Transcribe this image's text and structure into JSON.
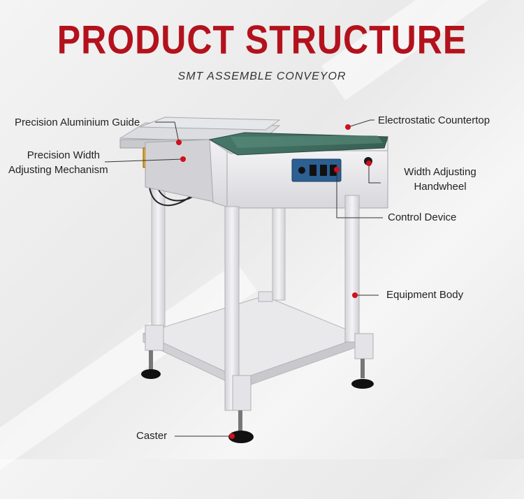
{
  "header": {
    "title": "PRODUCT STRUCTURE",
    "subtitle": "SMT ASSEMBLE CONVEYOR"
  },
  "labels": {
    "aluminium_guide": "Precision Aluminium Guide",
    "width_mechanism_line1": "Precision Width",
    "width_mechanism_line2": "Adjusting Mechanism",
    "countertop": "Electrostatic Countertop",
    "handwheel_line1": "Width Adjusting",
    "handwheel_line2": "Handwheel",
    "control_device": "Control Device",
    "equipment_body": "Equipment Body",
    "caster": "Caster"
  },
  "colors": {
    "accent_red": "#b3121c",
    "marker_red": "#d0101b",
    "frame": "#e8e8ea",
    "belt": "#3f6d5e",
    "panel": "#2c5f92"
  }
}
